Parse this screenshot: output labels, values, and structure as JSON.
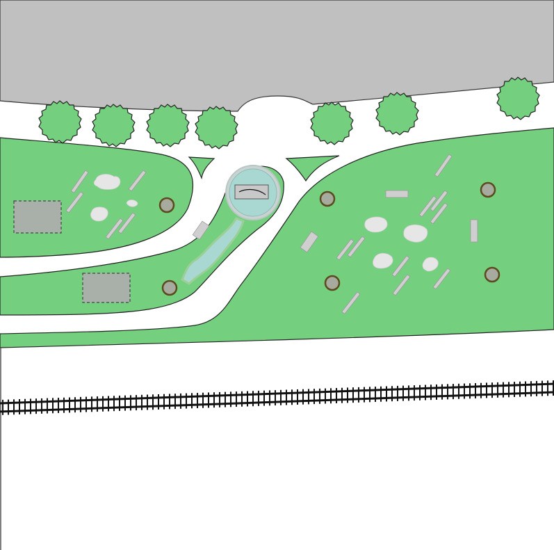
{
  "plan": {
    "features": [
      "road",
      "street-trees",
      "lawn-west-upper",
      "lawn-west-lower",
      "lawn-east",
      "fountain-plaza",
      "water-channel",
      "paved-pads",
      "benches",
      "boulders",
      "bollard-lights",
      "railway-track"
    ],
    "colors": {
      "lawn": "#74cf7e",
      "road": "#c0c0c0",
      "water": "#a9d8d2",
      "pad": "#a9afa9",
      "bench": "#cfcfcf",
      "rail": "#111111"
    },
    "text": []
  }
}
